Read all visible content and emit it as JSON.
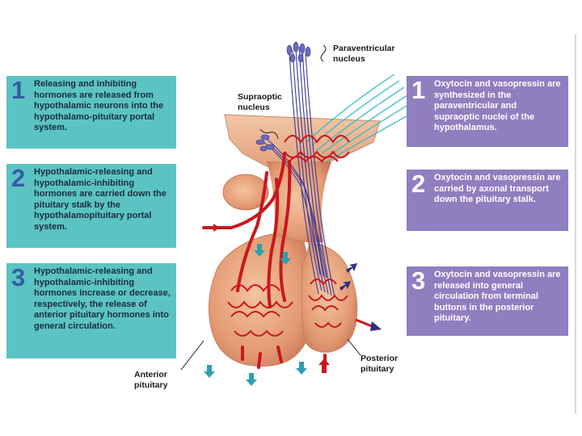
{
  "left_steps": [
    {
      "number": "1",
      "text": "Releasing and inhibiting hormones are released from hypothalamic neurons into the hypothalamo-pituitary portal system."
    },
    {
      "number": "2",
      "text": "Hypothalamic-releasing and hypothalamic-inhibiting hormones are carried down the pituitary stalk by the hypothalamopituitary portal system."
    },
    {
      "number": "3",
      "text": "Hypothalamic-releasing and hypothalamic-inhibiting hormones increase or decrease, respectively, the release of anterior pituitary hormones into general circulation."
    }
  ],
  "right_steps": [
    {
      "number": "1",
      "text": "Oxytocin and vasopressin are synthesized in the paraventricular and supraoptic nuclei of the hypothalamus."
    },
    {
      "number": "2",
      "text": "Oxytocin and vasopressin are carried by axonal transport down the pituitary stalk."
    },
    {
      "number": "3",
      "text": "Oxytocin and vasopressin are released into general circulation from terminal buttons in the posterior pituitary."
    }
  ],
  "labels": {
    "paraventricular": "Paraventricular nucleus",
    "supraoptic": "Supraoptic nucleus",
    "anterior": "Anterior pituitary",
    "posterior": "Posterior pituitary"
  },
  "colors": {
    "teal_box": "#5bc3c3",
    "purple_box": "#8f7fbf",
    "tissue": "#e9a47c",
    "vessel": "#c8181e",
    "neuron": "#3a3a9a",
    "axon_teal": "#2fb8c8"
  }
}
